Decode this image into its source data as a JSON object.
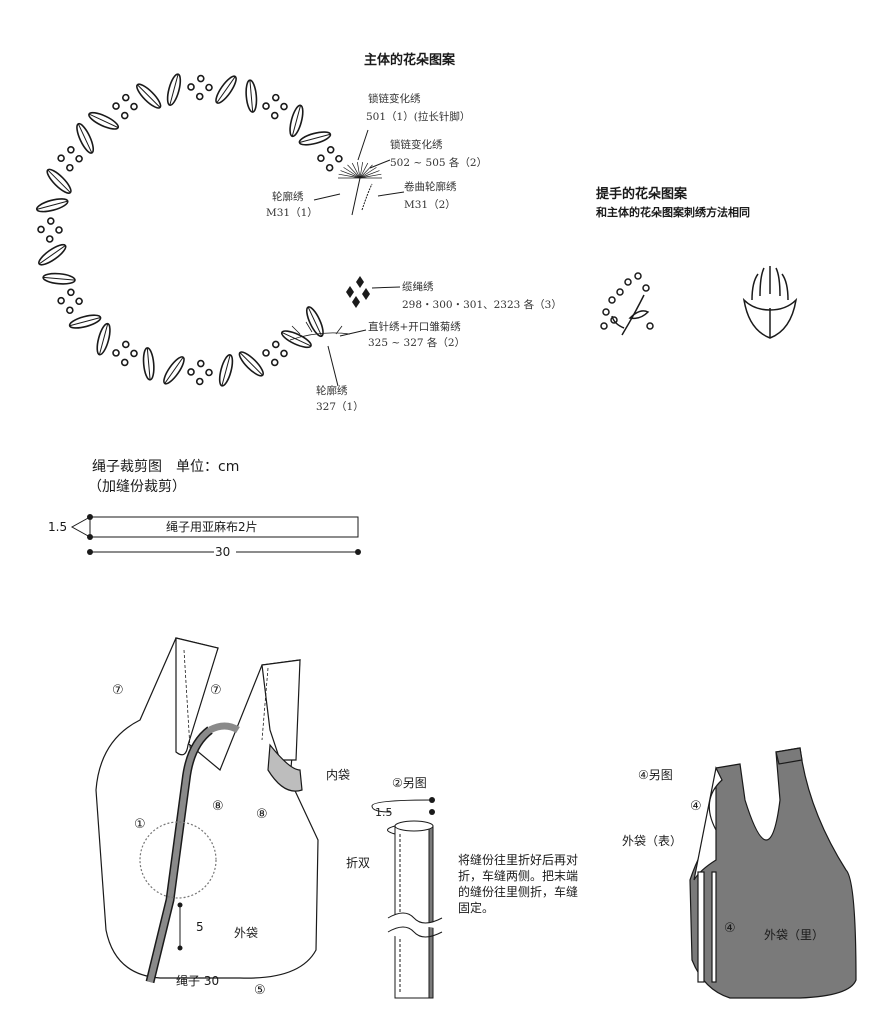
{
  "main_pattern": {
    "title": "主体的花朵图案",
    "labels": [
      {
        "name": "锁链变化绣",
        "detail": "501（1）(拉长针脚）"
      },
      {
        "name": "锁链变化绣",
        "detail": "502 ~ 505 各（2）"
      },
      {
        "name": "卷曲轮廓绣",
        "detail": "M31（2）"
      },
      {
        "name": "轮廓绣",
        "detail": "M31（1）"
      },
      {
        "name": "缆绳绣",
        "detail": "298・300・301、2323 各（3）"
      },
      {
        "name": "直针绣+开口雏菊绣",
        "detail": "325 ~ 327 各（2）"
      },
      {
        "name": "轮廓绣",
        "detail": "327（1）"
      }
    ]
  },
  "handle_pattern": {
    "title": "提手的花朵图案",
    "subtitle": "和主体的花朵图案刺绣方法相同"
  },
  "cord_cutting": {
    "title": "绳子裁剪图　单位：cm",
    "subtitle": "（加缝份裁剪）",
    "width_label": "1.5",
    "piece_label": "绳子用亚麻布2片",
    "length_label": "30"
  },
  "bag_diagram": {
    "labels": {
      "handle_left": "⑦",
      "handle_right": "⑦",
      "step1": "①",
      "step8_left": "⑧",
      "step8_right": "⑧",
      "inner_bag": "内袋",
      "five": "5",
      "outer_bag": "外袋",
      "cord": "绳子 30",
      "step5": "⑤"
    }
  },
  "cord_detail": {
    "title": "②另图",
    "width_label": "1.5",
    "fold_label": "折双",
    "instructions": [
      "将缝份往里折好后再对",
      "折，车缝两侧。把末端",
      "的缝份往里侧折，车缝",
      "固定。"
    ]
  },
  "outer_bag_detail": {
    "title": "④另图",
    "step4_top": "④",
    "outer_front": "外袋（表）",
    "step4_side": "④",
    "outer_back": "外袋（里）"
  },
  "colors": {
    "ink": "#1a1a1a",
    "gray_fill": "#7a7a7a",
    "light_fill": "#bdbdbd"
  }
}
